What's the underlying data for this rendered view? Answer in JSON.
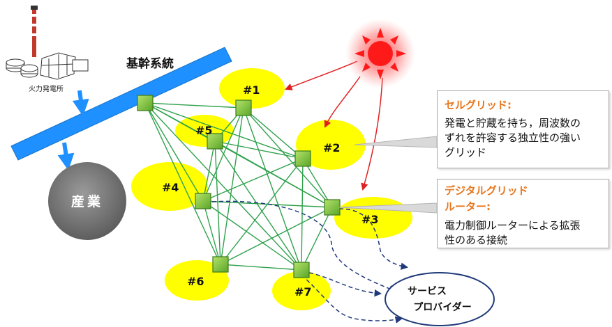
{
  "labels": {
    "power_plant": "火力発電所",
    "trunk_line": "基幹系統",
    "industry": "産業",
    "service_provider_line1": "サービス",
    "service_provider_line2": "プロバイダー"
  },
  "cells": [
    {
      "id": "1",
      "label": "#1"
    },
    {
      "id": "2",
      "label": "#2"
    },
    {
      "id": "3",
      "label": "#3"
    },
    {
      "id": "4",
      "label": "#4"
    },
    {
      "id": "5",
      "label": "#5"
    },
    {
      "id": "6",
      "label": "#6"
    },
    {
      "id": "7",
      "label": "#7"
    }
  ],
  "callouts": {
    "cell_grid": {
      "title": "セルグリッド:",
      "text": "発電と貯蔵を持ち，周波数の\nずれを許容する独立性の強い\nグリッド"
    },
    "digital_grid_router": {
      "title_line1": "デジタルグリッド",
      "title_line2": "ルーター:",
      "text": "電力制御ルーターによる拡張\n性のある接続"
    }
  },
  "colors": {
    "cell_fill": "#ffff00",
    "router_fill": "#8cc63f",
    "mesh_line": "#2fa14c",
    "trunk_line": "#1e90ff",
    "sun": "#ff2020",
    "callout_title": "#e8761c",
    "dashed_link": "#1f3a7a",
    "industry": "#777777"
  },
  "icons": [
    "power-plant-icon",
    "sun-icon",
    "router-icon"
  ]
}
